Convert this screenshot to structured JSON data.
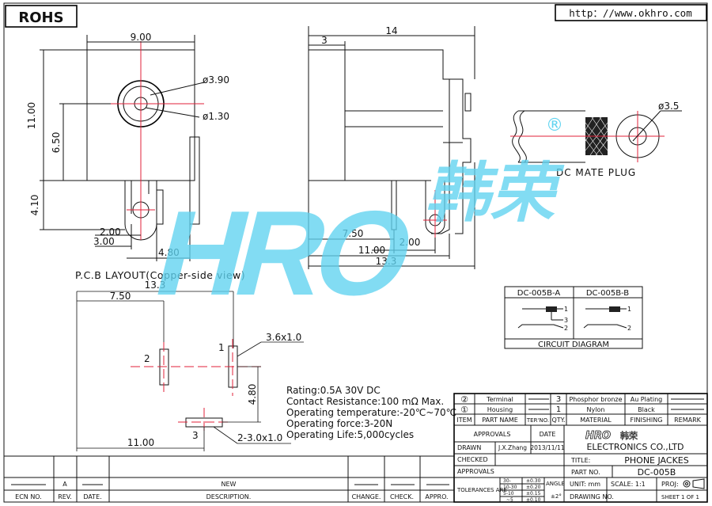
{
  "header": {
    "rohs": "ROHS",
    "url": "http：//www.okhro.com"
  },
  "front_view": {
    "dim_width": "9.00",
    "dim_height": "11.00",
    "dim_center_height": "6.50",
    "dim_pin_height": "4.10",
    "dia_outer": "ø3.90",
    "dia_inner": "ø1.30",
    "dim_a": "2.00",
    "dim_b": "3.00",
    "dim_c": "4.80"
  },
  "side_view": {
    "dim_total": "14",
    "dim_front": "3",
    "dim_750": "7.50",
    "dim_200": "2.00",
    "dim_1100": "11.00",
    "dim_133": "13.3"
  },
  "plug": {
    "dia": "ø3.5",
    "label": "DC MATE PLUG",
    "mark": "®"
  },
  "pcb": {
    "title": "P.C.B LAYOUT(Copper-side view)",
    "dim_133": "13.3",
    "dim_750": "7.50",
    "dim_1100": "11.00",
    "dim_480": "4.80",
    "pad_size": "3.6x1.0",
    "slot_size": "2-3.0x1.0",
    "pin1": "1",
    "pin2": "2",
    "pin3": "3"
  },
  "circuit": {
    "title": "CIRCUIT DIAGRAM",
    "a_label": "DC-005B-A",
    "b_label": "DC-005B-B",
    "p1": "1",
    "p2": "2",
    "p3": "3"
  },
  "specs": [
    "Rating:0.5A 30V DC",
    "Contact Resistance:100 mΩ Max.",
    "Operating temperature:-20℃~70℃",
    "Operating force:3-20N",
    "Operating Life:5,000cycles"
  ],
  "watermark": {
    "text": "HRO",
    "cn": "韩荣"
  },
  "title_block": {
    "parts": [
      {
        "num": "②",
        "name": "Terminal",
        "qty": "3",
        "material": "Phosphor bronze",
        "finish": "Au Plating"
      },
      {
        "num": "①",
        "name": "Housing",
        "qty": "1",
        "material": "Nylon",
        "finish": "Black"
      }
    ],
    "hdr_item": "ITEM",
    "hdr_part": "PART NAME",
    "hdr_ter": "TER'NO.",
    "hdr_qty": "QTY.",
    "hdr_material": "MATERIAL",
    "hdr_finish": "FINISHING",
    "hdr_remark": "REMARK",
    "approvals": "APPROVALS",
    "date": "DATE",
    "drawn": "DRAWN",
    "drawn_by": "J.X.Zhang",
    "drawn_date": "2013/11/11",
    "checked": "CHECKED",
    "approvals2": "APPROVALS",
    "logo": "HRO",
    "logo_cn": "韩荣",
    "company": "ELECTRONICS CO.,LTD",
    "title_label": "TITLE:",
    "title": "PHONE JACKES",
    "partno_label": "PART NO.",
    "partno": "DC-005B",
    "tol_label": "TOLERANCES ARE",
    "tol_rows": [
      [
        "30-",
        "±0.30"
      ],
      [
        "10-30",
        "±0.20"
      ],
      [
        "5-10",
        "±0.15"
      ],
      [
        "~5",
        "±0.10"
      ]
    ],
    "angle_label": "ANGLE",
    "angle": "±2°",
    "unit": "UNIT: mm",
    "scale": "SCALE: 1:1",
    "proj": "PROJ:",
    "drawing_no": "DRAWING NO.",
    "sheet": "SHEET 1 OF 1"
  },
  "revision": {
    "rev": "A",
    "new": "NEW",
    "ecn": "ECN NO.",
    "rev_label": "REV.",
    "date": "DATE.",
    "desc": "DESCRIPTION.",
    "change": "CHANGE.",
    "check": "CHECK.",
    "appro": "APPRO."
  }
}
